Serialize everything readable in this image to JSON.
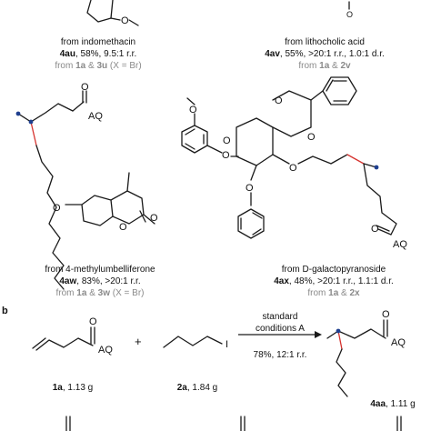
{
  "atoms": {
    "aq": "AQ",
    "o": "O",
    "i": "I"
  },
  "entries": {
    "e4au": {
      "source": "from indomethacin",
      "id": "4au",
      "yield": "58%",
      "ratio": "9.5:1  r.r.",
      "origin_prefix": "from",
      "sub1": "1a",
      "amp": "&",
      "sub2": "3u",
      "note": "(X = Br)"
    },
    "e4av": {
      "source": "from lithocholic  acid",
      "id": "4av",
      "yield": "55%",
      "ratio": ">20:1  r.r.,",
      "dr": "1.0:1  d.r.",
      "origin_prefix": "from",
      "sub1": "1a",
      "amp": "&",
      "sub2": "2v"
    },
    "e4aw": {
      "source": "from 4-methylumbelliferone",
      "id": "4aw",
      "yield": "83%",
      "ratio": ">20:1  r.r.",
      "origin_prefix": "from",
      "sub1": "1a",
      "amp": "&",
      "sub2": "3w",
      "note": "(X = Br)"
    },
    "e4ax": {
      "source": "from D-galactopyranoside",
      "id": "4ax",
      "yield": "48%",
      "ratio": ">20:1  r.r.,",
      "dr": "1.1:1  d.r.",
      "origin_prefix": "from",
      "sub1": "1a",
      "amp": "&",
      "sub2": "2x"
    }
  },
  "panel_b": {
    "label": "b",
    "plus": "+",
    "cond_line1": "standard",
    "cond_line2": "conditions  A",
    "cond_result": "78%,  12:1  r.r.",
    "reactant1": {
      "id": "1a",
      "mass": ", 1.13  g"
    },
    "reactant2": {
      "id": "2a",
      "mass": ", 1.84  g"
    },
    "product": {
      "id": "4aa",
      "mass": ", 1.11  g"
    }
  }
}
